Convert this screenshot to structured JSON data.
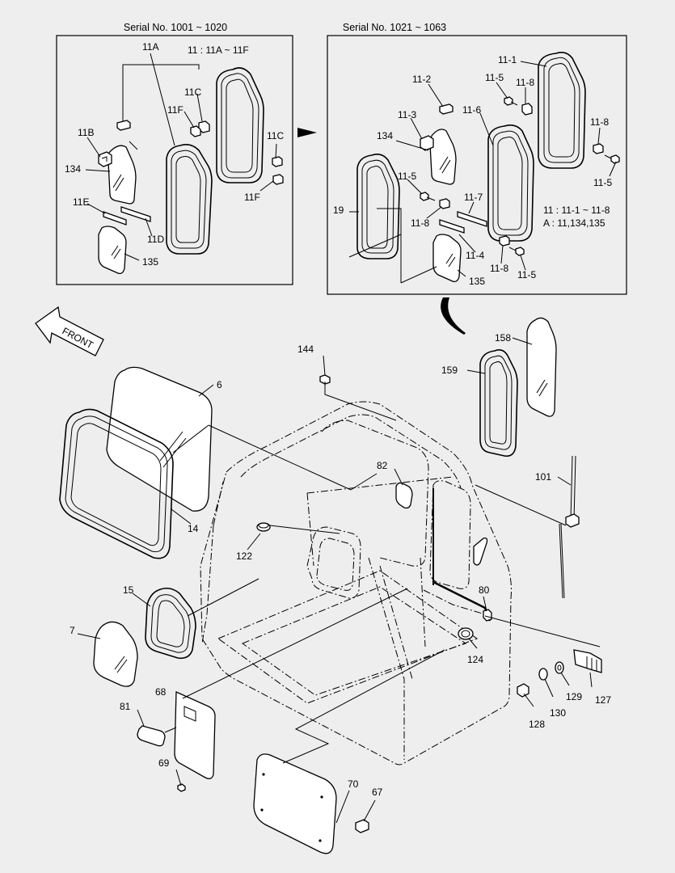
{
  "panel_left": {
    "title": "Serial No. 1001 ~ 1020",
    "note": "11 : 11A ~ 11F",
    "labels": [
      "11A",
      "11C",
      "11F",
      "11B",
      "134",
      "11C",
      "11E",
      "11D",
      "11F",
      "135"
    ]
  },
  "panel_right": {
    "title": "Serial No. 1021 ~ 1063",
    "note1": "11 : 11-1 ~ 11-8",
    "note2": "A : 11,134,135",
    "labels": [
      "11-1",
      "11-5",
      "11-8",
      "11-2",
      "11-8",
      "11-3",
      "11-6",
      "134",
      "11-5",
      "11-5",
      "19",
      "11-7",
      "11-8",
      "11-4",
      "11-8",
      "11-5",
      "135"
    ]
  },
  "front_label": "FRONT",
  "main_labels": [
    "144",
    "158",
    "159",
    "6",
    "82",
    "101",
    "14",
    "122",
    "80",
    "15",
    "7",
    "124",
    "68",
    "129",
    "127",
    "130",
    "81",
    "128",
    "69",
    "70",
    "67"
  ]
}
